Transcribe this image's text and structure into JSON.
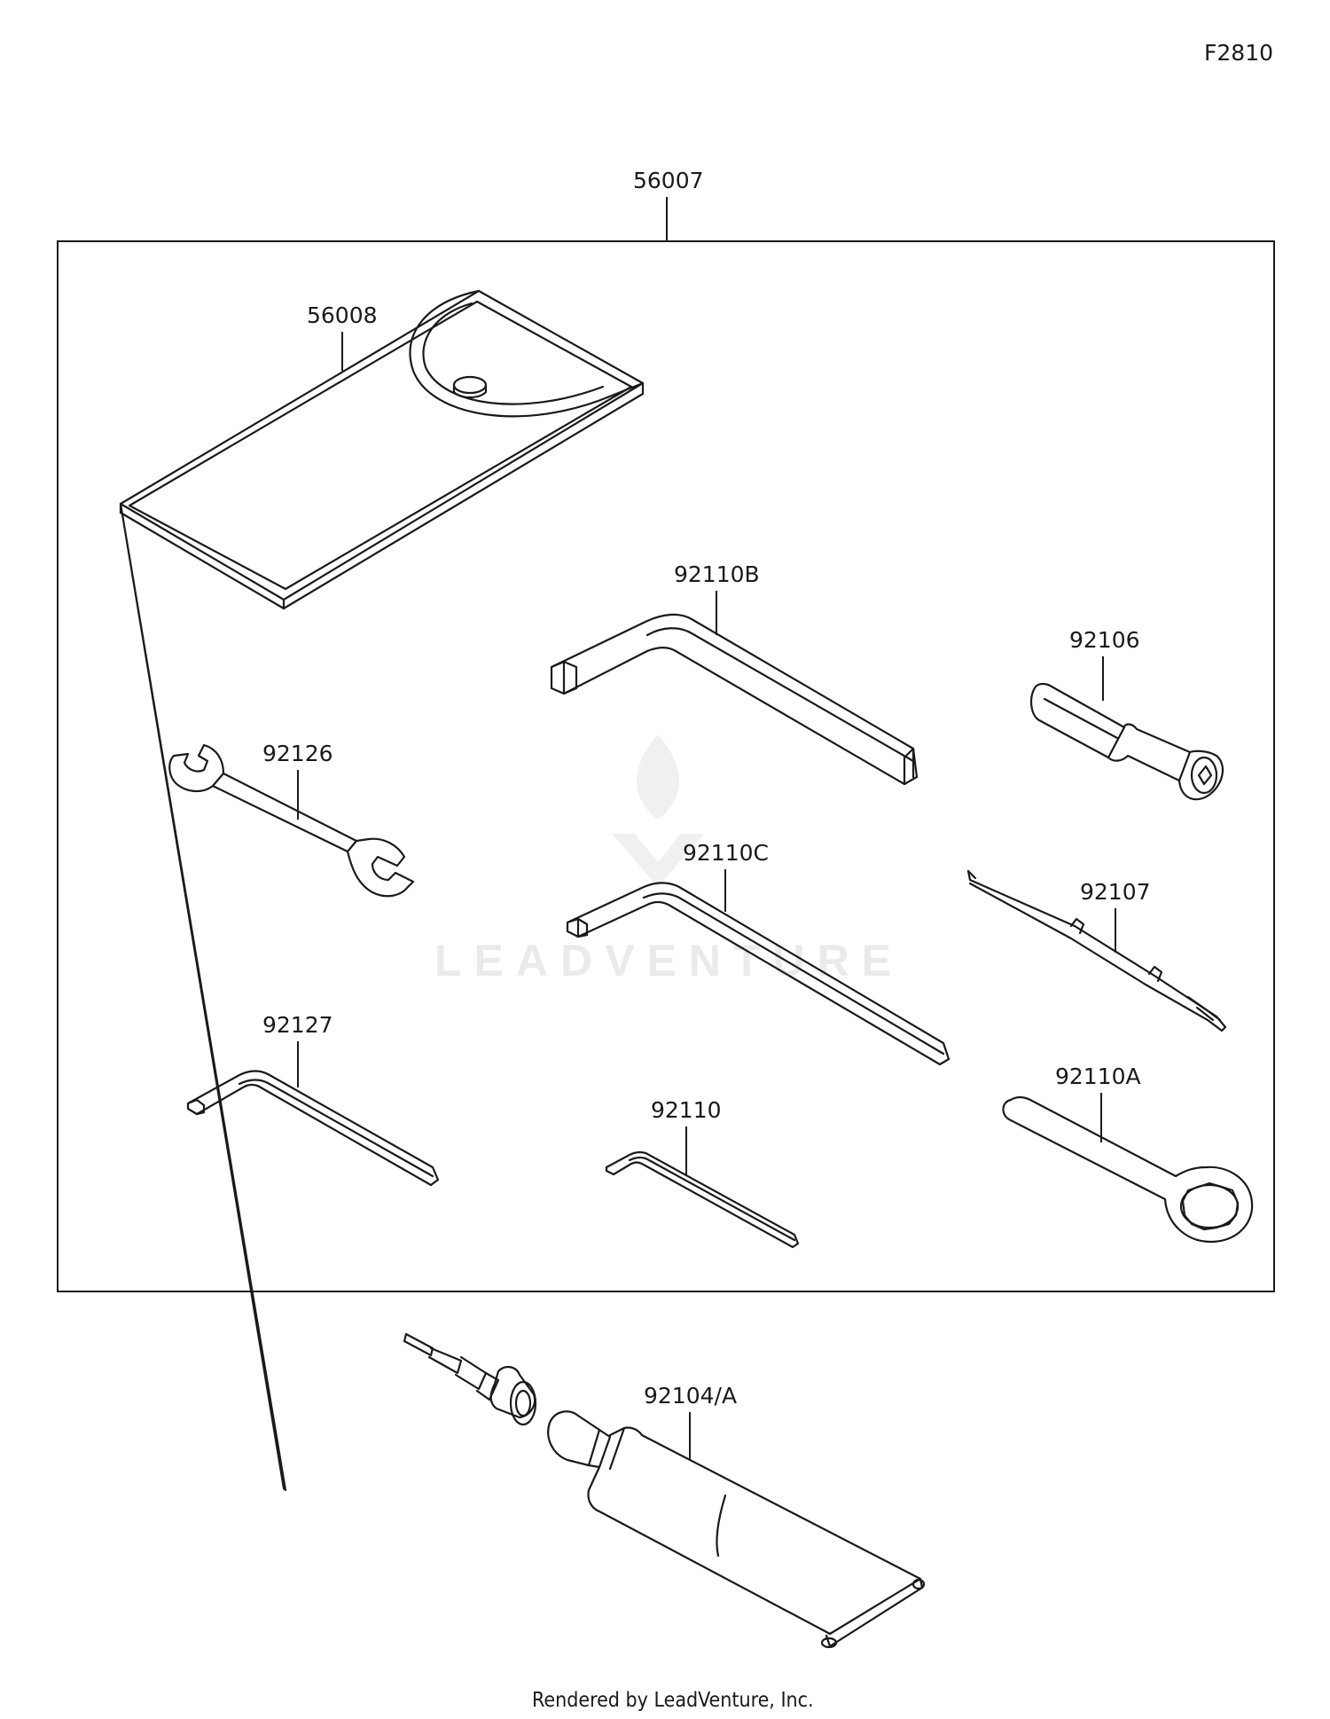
{
  "diagram_id": "F2810",
  "group_label": "56007",
  "parts": {
    "p56008": "56008",
    "p92110B": "92110B",
    "p92106": "92106",
    "p92126": "92126",
    "p92110C": "92110C",
    "p92107": "92107",
    "p92127": "92127",
    "p92110": "92110",
    "p92110A": "92110A",
    "p92104A": "92104/A"
  },
  "watermark": "LEADVENTURE",
  "footer": "Rendered by LeadVenture, Inc.",
  "colors": {
    "line": "#1a1a1a",
    "background": "#ffffff"
  }
}
